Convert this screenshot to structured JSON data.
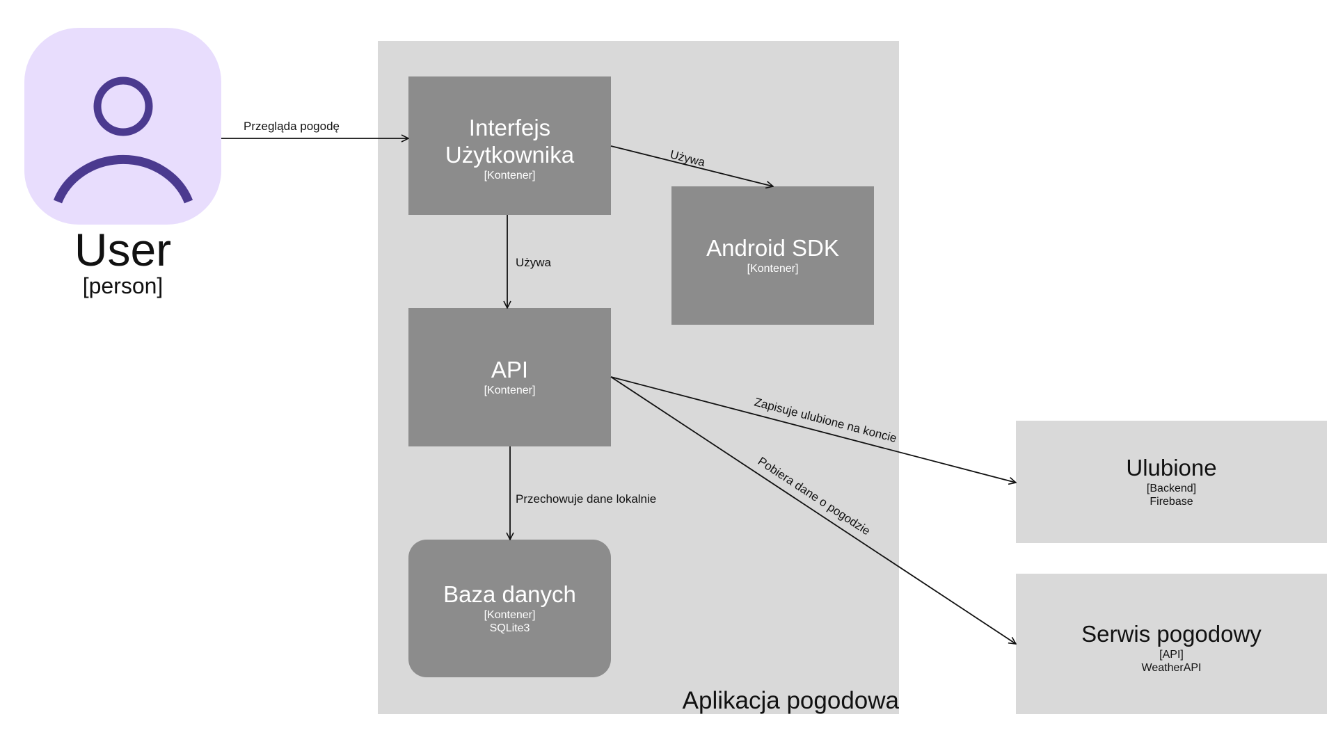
{
  "person": {
    "name": "User",
    "type": "[person]",
    "colors": {
      "background": "#e8ddfd",
      "figure": "#4b3a8f"
    }
  },
  "boundary": {
    "label": "Aplikacja pogodowa"
  },
  "containers": {
    "ui": {
      "title": "Interfejs Użytkownika",
      "tech": "[Kontener]"
    },
    "android": {
      "title": "Android SDK",
      "tech": "[Kontener]"
    },
    "api": {
      "title": "API",
      "tech": "[Kontener]"
    },
    "db": {
      "title": "Baza danych",
      "tech": "[Kontener]",
      "desc": "SQLite3"
    }
  },
  "externals": {
    "favorites": {
      "title": "Ulubione",
      "tech": "[Backend]",
      "desc": "Firebase"
    },
    "weather": {
      "title": "Serwis pogodowy",
      "tech": "[API]",
      "desc": "WeatherAPI"
    }
  },
  "relations": {
    "user_ui": "Przegląda pogodę",
    "ui_android": "Używa",
    "ui_api": "Używa",
    "api_db": "Przechowuje dane lokalnie",
    "api_favorites": "Zapisuje ulubione na koncie",
    "api_weather": "Pobiera dane o pogodzie"
  },
  "colors": {
    "container": "#8c8c8c",
    "boundary": "#d9d9d9",
    "external": "#d9d9d9",
    "edge": "#111111"
  }
}
